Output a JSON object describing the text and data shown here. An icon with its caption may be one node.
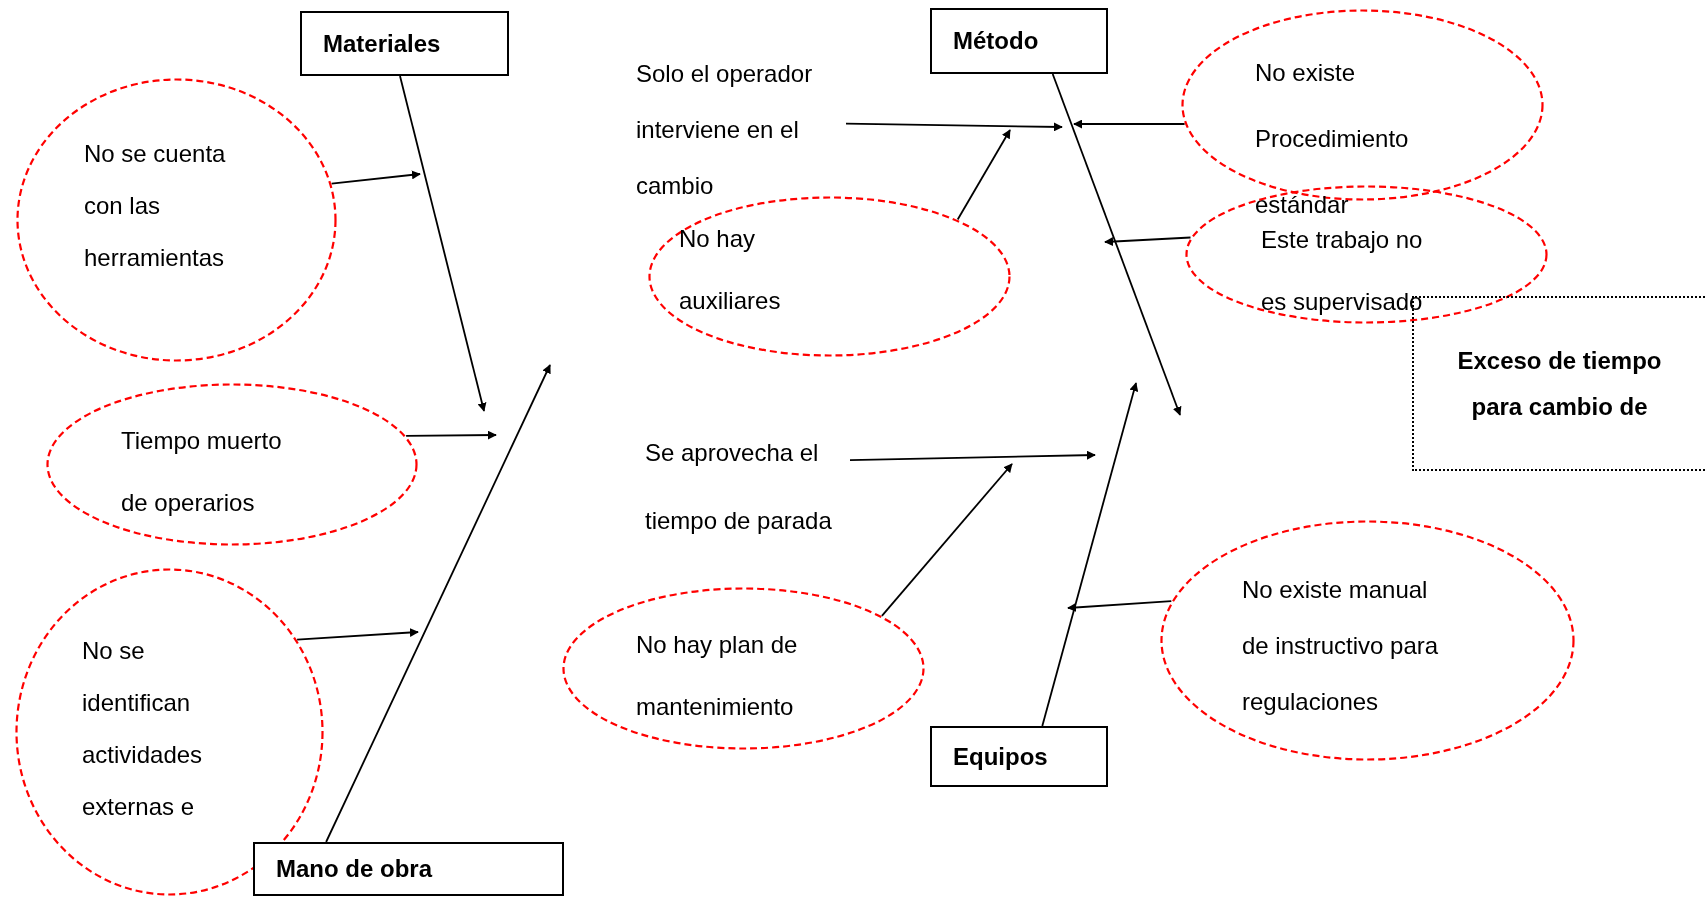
{
  "diagram": {
    "nodes": [
      {
        "text": [
          "Materiales"
        ]
      },
      {
        "text": [
          "No se cuenta con las herramientas"
        ]
      },
      {
        "text": [
          "Tiempo muerto de operarios"
        ]
      },
      {
        "text": [
          "No se identifican actividades externas e"
        ]
      },
      {
        "text": [
          "Mano de obra"
        ]
      },
      {
        "text": [
          "Solo el operador interviene en el cambio"
        ]
      },
      {
        "text": [
          "No hay auxiliares"
        ]
      },
      {
        "text": [
          "Método"
        ]
      },
      {
        "text": [
          "No existe Procedimiento estándar"
        ]
      },
      {
        "text": [
          "Este trabajo no es supervisado"
        ]
      },
      {
        "text": [
          "Exceso de tiempo para cambio de"
        ]
      },
      {
        "text": [
          "Se aprovecha el tiempo de parada"
        ]
      },
      {
        "text": [
          "No hay plan de mantenimiento"
        ]
      },
      {
        "text": [
          "Equipos"
        ]
      },
      {
        "text": [
          "No existe manual de instructivo para regulaciones"
        ]
      }
    ],
    "edges": [
      {
        "from": 0,
        "to": null,
        "arrow": "to"
      },
      {
        "from": 1,
        "to": null,
        "arrow": "to"
      },
      {
        "from": 2,
        "to": null,
        "arrow": "to"
      },
      {
        "from": 3,
        "to": null,
        "arrow": "to"
      },
      {
        "from": 4,
        "to": null,
        "arrow": "to"
      },
      {
        "from": 5,
        "to": null,
        "arrow": "to"
      },
      {
        "from": 6,
        "to": null,
        "arrow": "to"
      },
      {
        "from": 7,
        "to": null,
        "arrow": "to"
      },
      {
        "from": 8,
        "to": null,
        "arrow": "to"
      },
      {
        "from": 9,
        "to": null,
        "arrow": "to"
      },
      {
        "from": 11,
        "to": null,
        "arrow": "to"
      },
      {
        "from": 12,
        "to": null,
        "arrow": "to"
      },
      {
        "from": 13,
        "to": null,
        "arrow": "to"
      },
      {
        "from": 14,
        "to": null,
        "arrow": "to"
      }
    ]
  }
}
